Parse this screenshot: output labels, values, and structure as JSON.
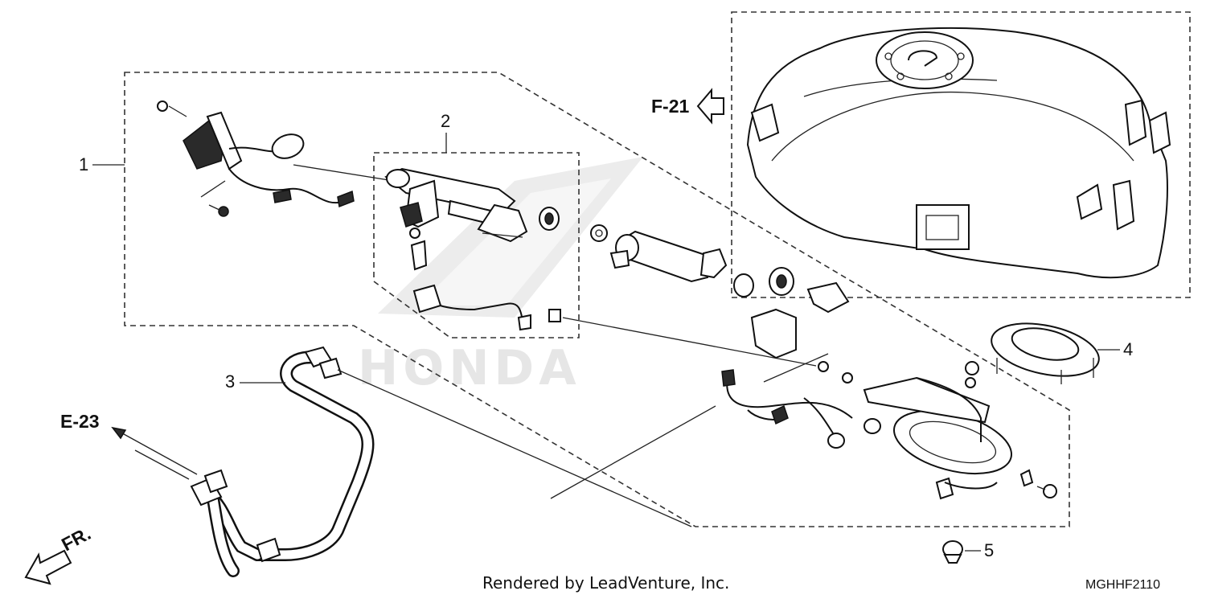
{
  "watermark": "HONDA",
  "callouts": [
    {
      "id": "callout-1",
      "label": "1"
    },
    {
      "id": "callout-2",
      "label": "2"
    },
    {
      "id": "callout-3",
      "label": "3"
    },
    {
      "id": "callout-4",
      "label": "4"
    },
    {
      "id": "callout-5",
      "label": "5"
    }
  ],
  "references": {
    "fuel_tank": "F-21",
    "evap": "E-23",
    "front": "FR."
  },
  "footer": {
    "credit": "Rendered by LeadVenture, Inc.",
    "diagram_code": "MGHHF2110"
  }
}
